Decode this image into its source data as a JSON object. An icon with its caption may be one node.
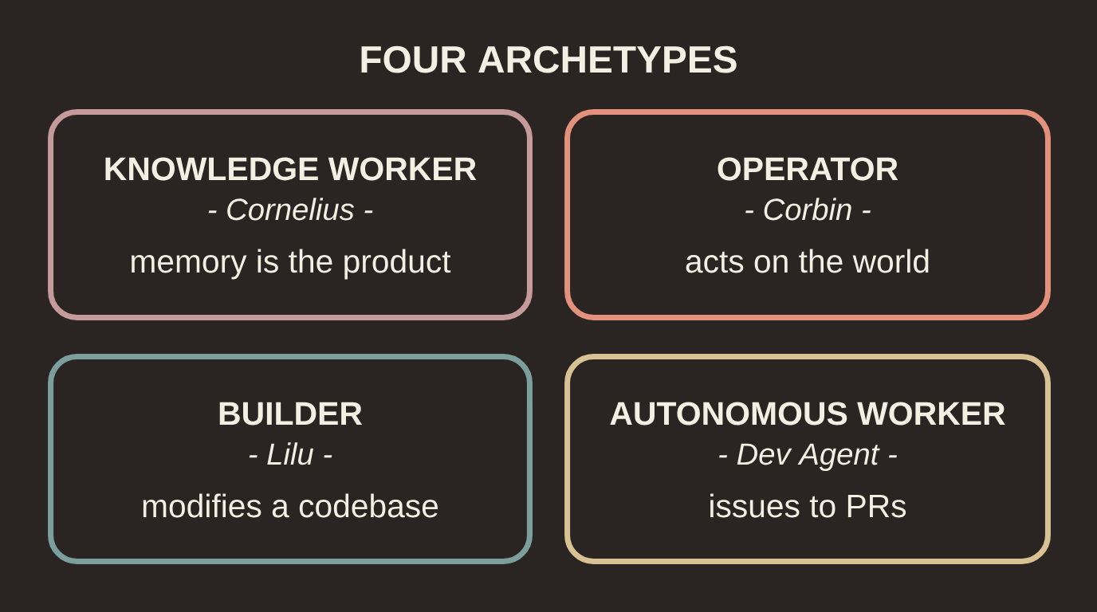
{
  "diagram": {
    "title": "FOUR ARCHETYPES",
    "nodes": [
      {
        "text": [
          "KNOWLEDGE WORKER",
          "- Cornelius -",
          "memory is the product"
        ]
      },
      {
        "text": [
          "OPERATOR",
          "- Corbin -",
          "acts on the world"
        ]
      },
      {
        "text": [
          "BUILDER",
          "- Lilu -",
          "modifies a codebase"
        ]
      },
      {
        "text": [
          "AUTONOMOUS WORKER",
          "- Dev Agent -",
          "issues to PRs"
        ]
      }
    ]
  }
}
